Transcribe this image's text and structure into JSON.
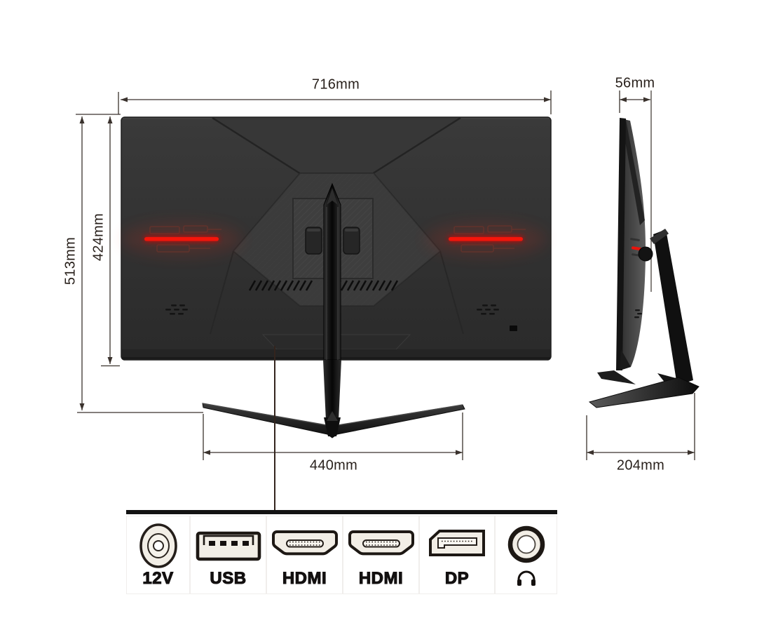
{
  "title": "monitor-dimensions-diagram",
  "dimensions": {
    "width": "716mm",
    "total_height": "513mm",
    "panel_height": "424mm",
    "stand_width": "440mm",
    "depth": "56mm",
    "stand_depth": "204mm"
  },
  "ports": {
    "items": [
      {
        "label": "12V",
        "icon": "dc-power-jack-icon"
      },
      {
        "label": "USB",
        "icon": "usb-a-port-icon"
      },
      {
        "label": "HDMI",
        "icon": "hdmi-port-icon"
      },
      {
        "label": "HDMI",
        "icon": "hdmi-port-icon"
      },
      {
        "label": "DP",
        "icon": "displayport-icon"
      },
      {
        "label": "",
        "icon": "headphone-jack-icon"
      }
    ]
  },
  "colors": {
    "accent_red": "#f2140a",
    "dimension_line": "#3a322d",
    "monitor_body": "#323232",
    "port_fill": "#f2eee6"
  }
}
